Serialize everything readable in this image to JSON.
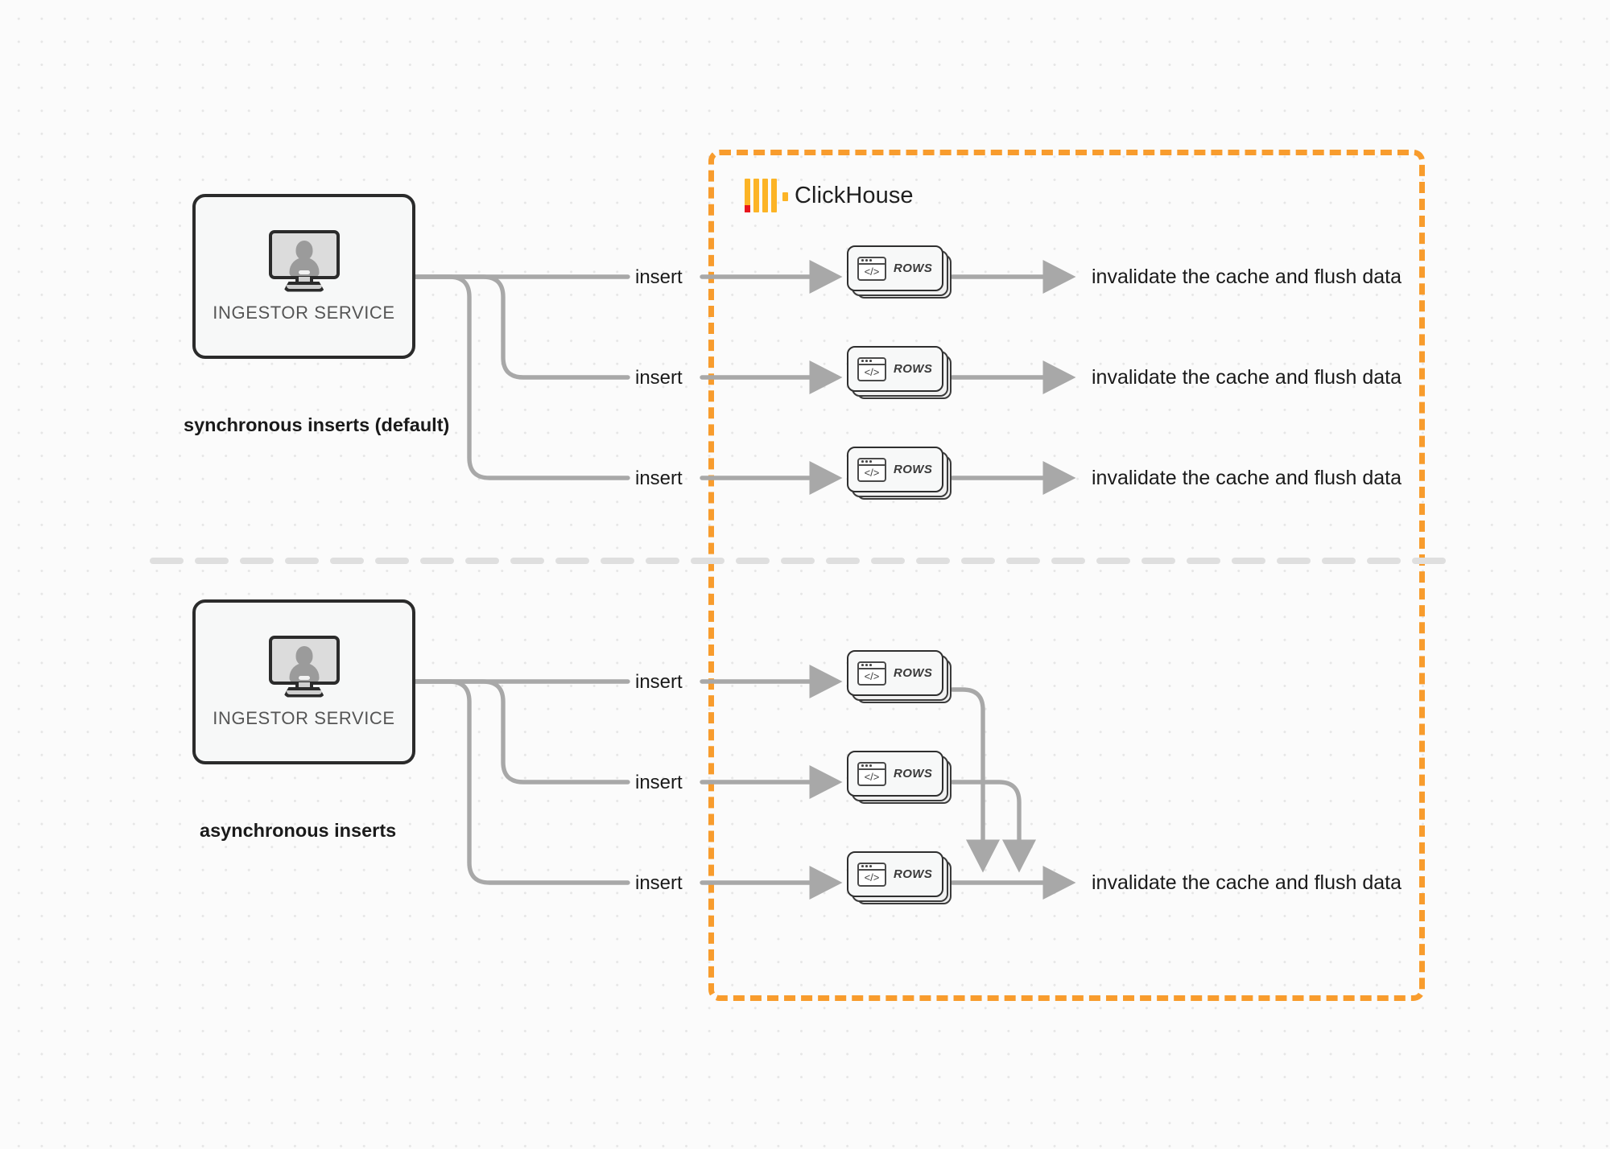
{
  "diagram": {
    "title": "ClickHouse synchronous vs asynchronous inserts",
    "background": "#fbfbfb",
    "accent_orange": "#f89c2d",
    "wire_gray": "#a8a8a8"
  },
  "boundary": {
    "name": "ClickHouse",
    "logo_name": "clickhouse-logo",
    "border_color": "#f89c2d",
    "border_style": "dashed"
  },
  "sections": [
    {
      "id": "sync",
      "caption": "synchronous inserts (default)",
      "ingestor": {
        "label": "INGESTOR SERVICE",
        "icon": "monitor-user-icon"
      },
      "insert_labels": [
        "insert",
        "insert",
        "insert"
      ],
      "rows_nodes": [
        {
          "label": "ROWS",
          "icon": "code-window-icon"
        },
        {
          "label": "ROWS",
          "icon": "code-window-icon"
        },
        {
          "label": "ROWS",
          "icon": "code-window-icon"
        }
      ],
      "outputs": [
        "invalidate the cache and flush data",
        "invalidate the cache and flush data",
        "invalidate the cache and flush data"
      ]
    },
    {
      "id": "async",
      "caption": "asynchronous inserts",
      "ingestor": {
        "label": "INGESTOR SERVICE",
        "icon": "monitor-user-icon"
      },
      "insert_labels": [
        "insert",
        "insert",
        "insert"
      ],
      "rows_nodes": [
        {
          "label": "ROWS",
          "icon": "code-window-icon"
        },
        {
          "label": "ROWS",
          "icon": "code-window-icon"
        },
        {
          "label": "ROWS",
          "icon": "code-window-icon"
        }
      ],
      "outputs": [
        "invalidate the cache and flush data"
      ]
    }
  ]
}
